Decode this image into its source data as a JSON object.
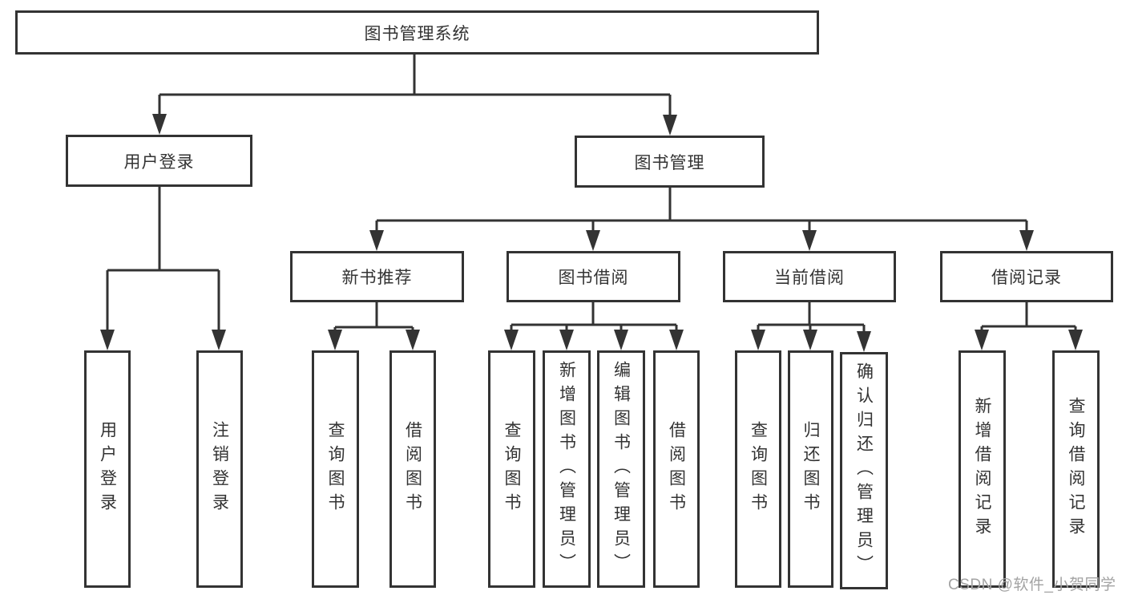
{
  "tree": {
    "label": "图书管理系统",
    "children": [
      {
        "label": "用户登录",
        "children": [
          {
            "label": "用户登录"
          },
          {
            "label": "注销登录"
          }
        ]
      },
      {
        "label": "图书管理",
        "children": [
          {
            "label": "新书推荐",
            "children": [
              {
                "label": "查询图书"
              },
              {
                "label": "借阅图书"
              }
            ]
          },
          {
            "label": "图书借阅",
            "children": [
              {
                "label": "查询图书"
              },
              {
                "label": "新增图书（管理员）"
              },
              {
                "label": "编辑图书（管理员）"
              },
              {
                "label": "借阅图书"
              }
            ]
          },
          {
            "label": "当前借阅",
            "children": [
              {
                "label": "查询图书"
              },
              {
                "label": "归还图书"
              },
              {
                "label": "确认归还（管理员）"
              }
            ]
          },
          {
            "label": "借阅记录",
            "children": [
              {
                "label": "新增借阅记录"
              },
              {
                "label": "查询借阅记录"
              }
            ]
          }
        ]
      }
    ]
  },
  "watermark": {
    "text": "CSDN @软件_小贺同学"
  },
  "colors": {
    "line": "#333333",
    "box_border": "#333333",
    "text": "#333333",
    "watermark": "#a3a3a3",
    "background": "#ffffff"
  }
}
